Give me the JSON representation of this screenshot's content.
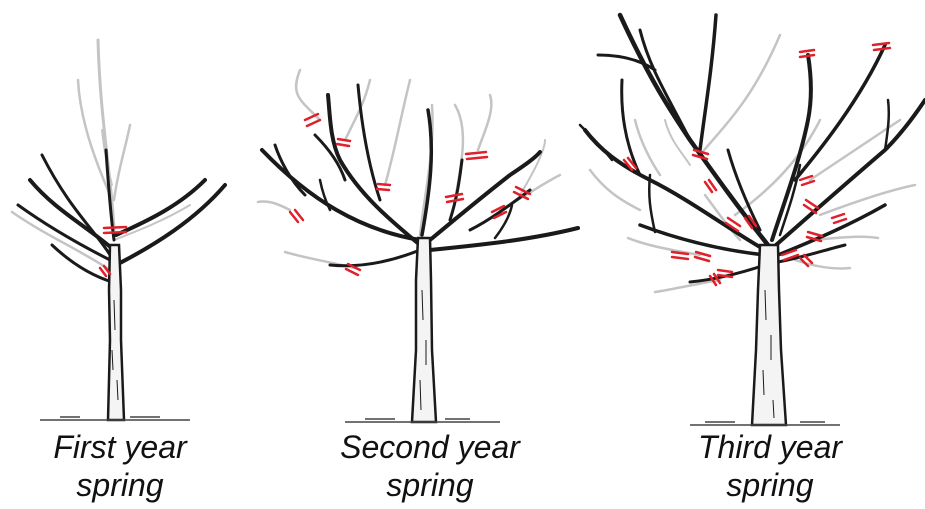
{
  "colors": {
    "trunk": "#1a1a1a",
    "removed_growth": "#c4c4c4",
    "cut_mark": "#e0202a",
    "ground": "#444444"
  },
  "trees": [
    {
      "caption_line1": "First year",
      "caption_line2": "spring"
    },
    {
      "caption_line1": "Second year",
      "caption_line2": "spring"
    },
    {
      "caption_line1": "Third year",
      "caption_line2": "spring"
    }
  ]
}
